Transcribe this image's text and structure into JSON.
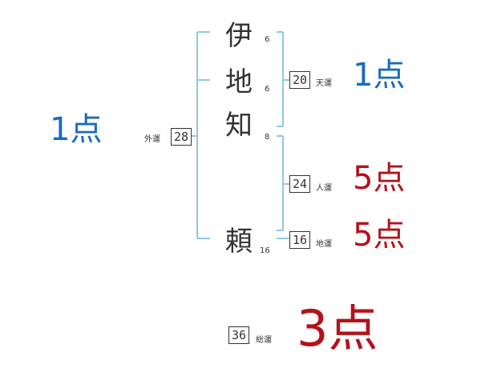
{
  "characters": [
    {
      "char": "伊",
      "strokes": "6"
    },
    {
      "char": "地",
      "strokes": "6"
    },
    {
      "char": "知",
      "strokes": "8"
    },
    {
      "char": "頼",
      "strokes": "16"
    }
  ],
  "gaiun": {
    "value": "28",
    "label": "外運",
    "score": "1点"
  },
  "tenun": {
    "value": "20",
    "label": "天運",
    "score": "1点"
  },
  "jinun": {
    "value": "24",
    "label": "人運",
    "score": "5点"
  },
  "chiun": {
    "value": "16",
    "label": "地運",
    "score": "5点"
  },
  "souun": {
    "value": "36",
    "label": "総運",
    "score": "3点"
  },
  "colors": {
    "blue": "#1a6bbf",
    "red": "#b4121a",
    "bracket": "#8cc7ea"
  }
}
